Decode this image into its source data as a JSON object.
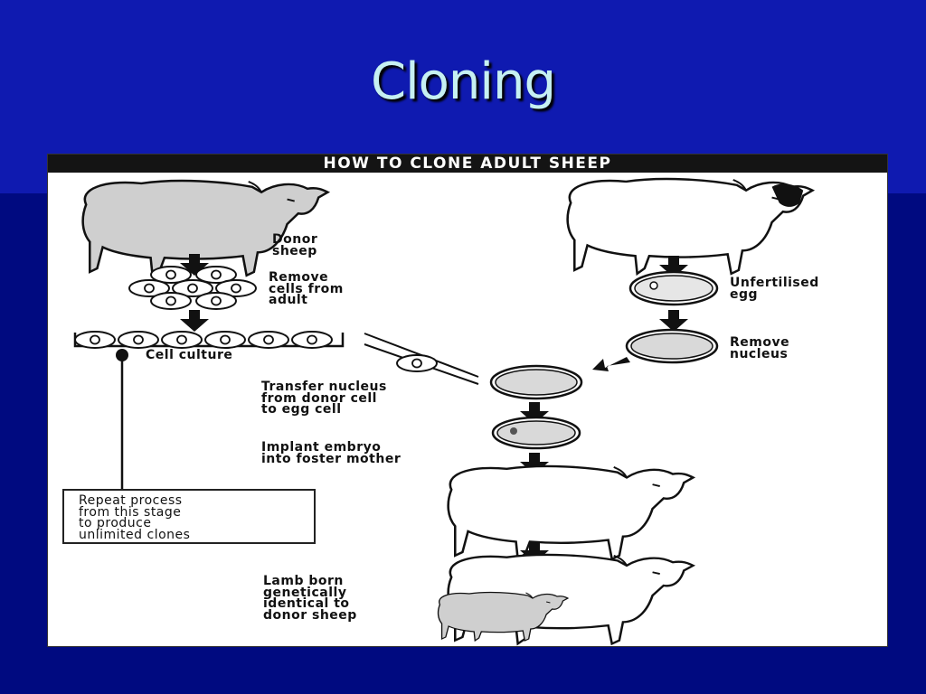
{
  "slide": {
    "title": "Cloning",
    "colors": {
      "background": "#000a80",
      "band": "#0f1ab0",
      "title": "#c6f0f2"
    }
  },
  "diagram": {
    "header": "HOW TO CLONE ADULT SHEEP",
    "labels": {
      "donor_sheep": "Donor\nsheep",
      "remove_cells": "Remove\ncells from\nadult",
      "cell_culture": "Cell culture",
      "unfertilised_egg": "Unfertilised\negg",
      "remove_nucleus": "Remove\nnucleus",
      "transfer_nucleus": "Transfer nucleus\nfrom donor cell\nto egg cell",
      "implant_embryo": "Implant embryo\ninto foster mother",
      "repeat_process": "Repeat process\nfrom this stage\nto produce\nunlimited clones",
      "lamb_born": "Lamb born\ngenetically\nidentical to\ndonor sheep"
    }
  }
}
